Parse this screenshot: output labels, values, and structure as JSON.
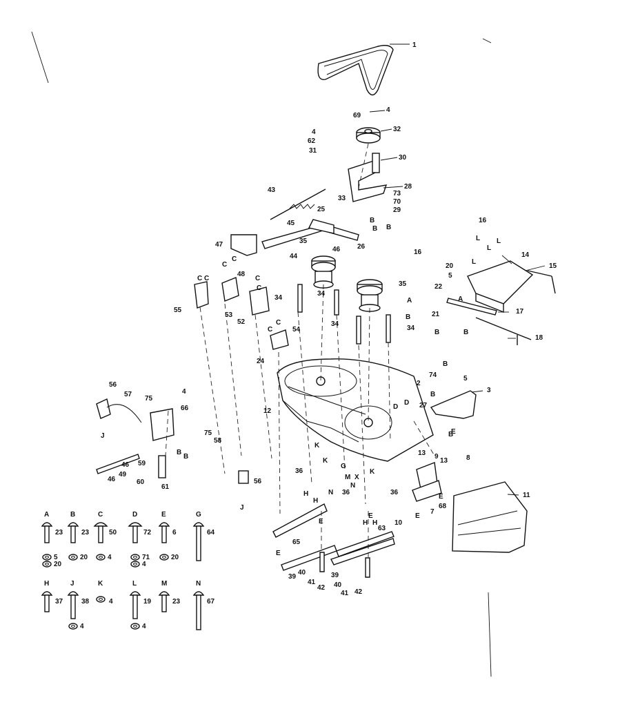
{
  "callouts": [
    {
      "id": "c1",
      "text": "1"
    },
    {
      "id": "c69",
      "text": "69"
    },
    {
      "id": "c4a",
      "text": "4"
    },
    {
      "id": "c32",
      "text": "32"
    },
    {
      "id": "c4b",
      "text": "4"
    },
    {
      "id": "c62",
      "text": "62"
    },
    {
      "id": "c31",
      "text": "31"
    },
    {
      "id": "c30",
      "text": "30"
    },
    {
      "id": "c28",
      "text": "28"
    },
    {
      "id": "c73",
      "text": "73"
    },
    {
      "id": "c70",
      "text": "70"
    },
    {
      "id": "c29",
      "text": "29"
    },
    {
      "id": "c43",
      "text": "43"
    },
    {
      "id": "c33",
      "text": "33"
    },
    {
      "id": "c25",
      "text": "25"
    },
    {
      "id": "c45",
      "text": "45"
    },
    {
      "id": "c47",
      "text": "47"
    },
    {
      "id": "c44",
      "text": "44"
    },
    {
      "id": "c46a",
      "text": "46"
    },
    {
      "id": "c35a",
      "text": "35"
    },
    {
      "id": "c26",
      "text": "26"
    },
    {
      "id": "c48",
      "text": "48"
    },
    {
      "id": "c16a",
      "text": "16"
    },
    {
      "id": "c14",
      "text": "14"
    },
    {
      "id": "c15",
      "text": "15"
    },
    {
      "id": "c16b",
      "text": "16"
    },
    {
      "id": "c20a",
      "text": "20"
    },
    {
      "id": "c5a",
      "text": "5"
    },
    {
      "id": "c22",
      "text": "22"
    },
    {
      "id": "c35b",
      "text": "35"
    },
    {
      "id": "c55",
      "text": "55"
    },
    {
      "id": "c53a",
      "text": "53"
    },
    {
      "id": "c52",
      "text": "52"
    },
    {
      "id": "c34a",
      "text": "34"
    },
    {
      "id": "c34b",
      "text": "34"
    },
    {
      "id": "c34c",
      "text": "34"
    },
    {
      "id": "c34d",
      "text": "34"
    },
    {
      "id": "c21",
      "text": "21"
    },
    {
      "id": "c17",
      "text": "17"
    },
    {
      "id": "c18",
      "text": "18"
    },
    {
      "id": "c54",
      "text": "54"
    },
    {
      "id": "c24",
      "text": "24"
    },
    {
      "id": "c2",
      "text": "2"
    },
    {
      "id": "c74",
      "text": "74"
    },
    {
      "id": "c5b",
      "text": "5"
    },
    {
      "id": "c3",
      "text": "3"
    },
    {
      "id": "c27",
      "text": "27"
    },
    {
      "id": "c56a",
      "text": "56"
    },
    {
      "id": "c57",
      "text": "57"
    },
    {
      "id": "c4c",
      "text": "4"
    },
    {
      "id": "c75a",
      "text": "75"
    },
    {
      "id": "c66",
      "text": "66"
    },
    {
      "id": "c12",
      "text": "12"
    },
    {
      "id": "c75b",
      "text": "75"
    },
    {
      "id": "c58",
      "text": "58"
    },
    {
      "id": "c46b",
      "text": "46"
    },
    {
      "id": "c49",
      "text": "49"
    },
    {
      "id": "c46c",
      "text": "46"
    },
    {
      "id": "c59",
      "text": "59"
    },
    {
      "id": "c60",
      "text": "60"
    },
    {
      "id": "c61",
      "text": "61"
    },
    {
      "id": "c56b",
      "text": "56"
    },
    {
      "id": "c36a",
      "text": "36"
    },
    {
      "id": "c13a",
      "text": "13"
    },
    {
      "id": "c9",
      "text": "9"
    },
    {
      "id": "c13b",
      "text": "13"
    },
    {
      "id": "c8",
      "text": "8"
    },
    {
      "id": "c36b",
      "text": "36"
    },
    {
      "id": "c36c",
      "text": "36"
    },
    {
      "id": "c10",
      "text": "10"
    },
    {
      "id": "c63",
      "text": "63"
    },
    {
      "id": "c11",
      "text": "11"
    },
    {
      "id": "c68",
      "text": "68"
    },
    {
      "id": "c7",
      "text": "7"
    },
    {
      "id": "c65",
      "text": "65"
    },
    {
      "id": "c39a",
      "text": "39"
    },
    {
      "id": "c40a",
      "text": "40"
    },
    {
      "id": "c41a",
      "text": "41"
    },
    {
      "id": "c42a",
      "text": "42"
    },
    {
      "id": "c39b",
      "text": "39"
    },
    {
      "id": "c40b",
      "text": "40"
    },
    {
      "id": "c41b",
      "text": "41"
    },
    {
      "id": "c42b",
      "text": "42"
    }
  ],
  "letters": [
    {
      "id": "l1",
      "text": "C"
    },
    {
      "id": "l2",
      "text": "C"
    },
    {
      "id": "l3",
      "text": "C"
    },
    {
      "id": "l4",
      "text": "C"
    },
    {
      "id": "l5",
      "text": "C"
    },
    {
      "id": "l6",
      "text": "C"
    },
    {
      "id": "l7",
      "text": "C"
    },
    {
      "id": "l8",
      "text": "C"
    },
    {
      "id": "l9",
      "text": "B"
    },
    {
      "id": "l10",
      "text": "B"
    },
    {
      "id": "l11",
      "text": "L"
    },
    {
      "id": "l12",
      "text": "L"
    },
    {
      "id": "l13",
      "text": "L"
    },
    {
      "id": "l14",
      "text": "L"
    },
    {
      "id": "l15",
      "text": "A"
    },
    {
      "id": "l16",
      "text": "A"
    },
    {
      "id": "l17",
      "text": "B"
    },
    {
      "id": "l18",
      "text": "B"
    },
    {
      "id": "l19",
      "text": "B"
    },
    {
      "id": "l20",
      "text": "B"
    },
    {
      "id": "l21",
      "text": "D"
    },
    {
      "id": "l22",
      "text": "D"
    },
    {
      "id": "l23",
      "text": "B"
    },
    {
      "id": "l24",
      "text": "B"
    },
    {
      "id": "l25",
      "text": "J"
    },
    {
      "id": "l26",
      "text": "J"
    },
    {
      "id": "l27",
      "text": "B"
    },
    {
      "id": "l28",
      "text": "B"
    },
    {
      "id": "l29",
      "text": "K"
    },
    {
      "id": "l30",
      "text": "K"
    },
    {
      "id": "l31",
      "text": "K"
    },
    {
      "id": "l32",
      "text": "G"
    },
    {
      "id": "l33",
      "text": "M"
    },
    {
      "id": "l34",
      "text": "X"
    },
    {
      "id": "l35",
      "text": "N"
    },
    {
      "id": "l36",
      "text": "H"
    },
    {
      "id": "l37",
      "text": "H"
    },
    {
      "id": "l38",
      "text": "N"
    },
    {
      "id": "l39",
      "text": "H"
    },
    {
      "id": "l40",
      "text": "H"
    },
    {
      "id": "l41",
      "text": "E"
    },
    {
      "id": "l42",
      "text": "E"
    },
    {
      "id": "l43",
      "text": "E"
    },
    {
      "id": "l44",
      "text": "E"
    },
    {
      "id": "l45",
      "text": "E"
    },
    {
      "id": "l46",
      "text": "E"
    },
    {
      "id": "l47",
      "text": "B"
    }
  ],
  "legend": [
    {
      "letter": "A",
      "part": "23",
      "extras": [
        "5",
        "20"
      ],
      "hw": "bolt-short"
    },
    {
      "letter": "B",
      "part": "23",
      "extras": [
        "20"
      ],
      "hw": "bolt-short"
    },
    {
      "letter": "C",
      "part": "50",
      "extras": [
        "4"
      ],
      "hw": "bolt-wide"
    },
    {
      "letter": "D",
      "part": "72",
      "extras": [
        "71",
        "4"
      ],
      "hw": "bolt-wide"
    },
    {
      "letter": "E",
      "part": "6",
      "extras": [
        "20"
      ],
      "hw": "bolt-short"
    },
    {
      "letter": "G",
      "part": "64",
      "extras": [],
      "hw": "bolt-long"
    },
    {
      "letter": "H",
      "part": "37",
      "extras": [],
      "hw": "bolt-short"
    },
    {
      "letter": "J",
      "part": "38",
      "extras": [
        "4"
      ],
      "hw": "bolt-med"
    },
    {
      "letter": "K",
      "part": "4",
      "extras": [],
      "hw": "nut"
    },
    {
      "letter": "L",
      "part": "19",
      "extras": [
        "4"
      ],
      "hw": "bolt-med"
    },
    {
      "letter": "M",
      "part": "23",
      "extras": [],
      "hw": "bolt-short"
    },
    {
      "letter": "N",
      "part": "67",
      "extras": [],
      "hw": "bolt-long"
    }
  ],
  "icons": [
    "v-belt",
    "idler-pulley",
    "spindle-pulley",
    "mower-deck",
    "blade",
    "hex-nut",
    "carriage-bolt",
    "washer",
    "bracket",
    "drive-rod",
    "spring",
    "deflector-chute"
  ]
}
